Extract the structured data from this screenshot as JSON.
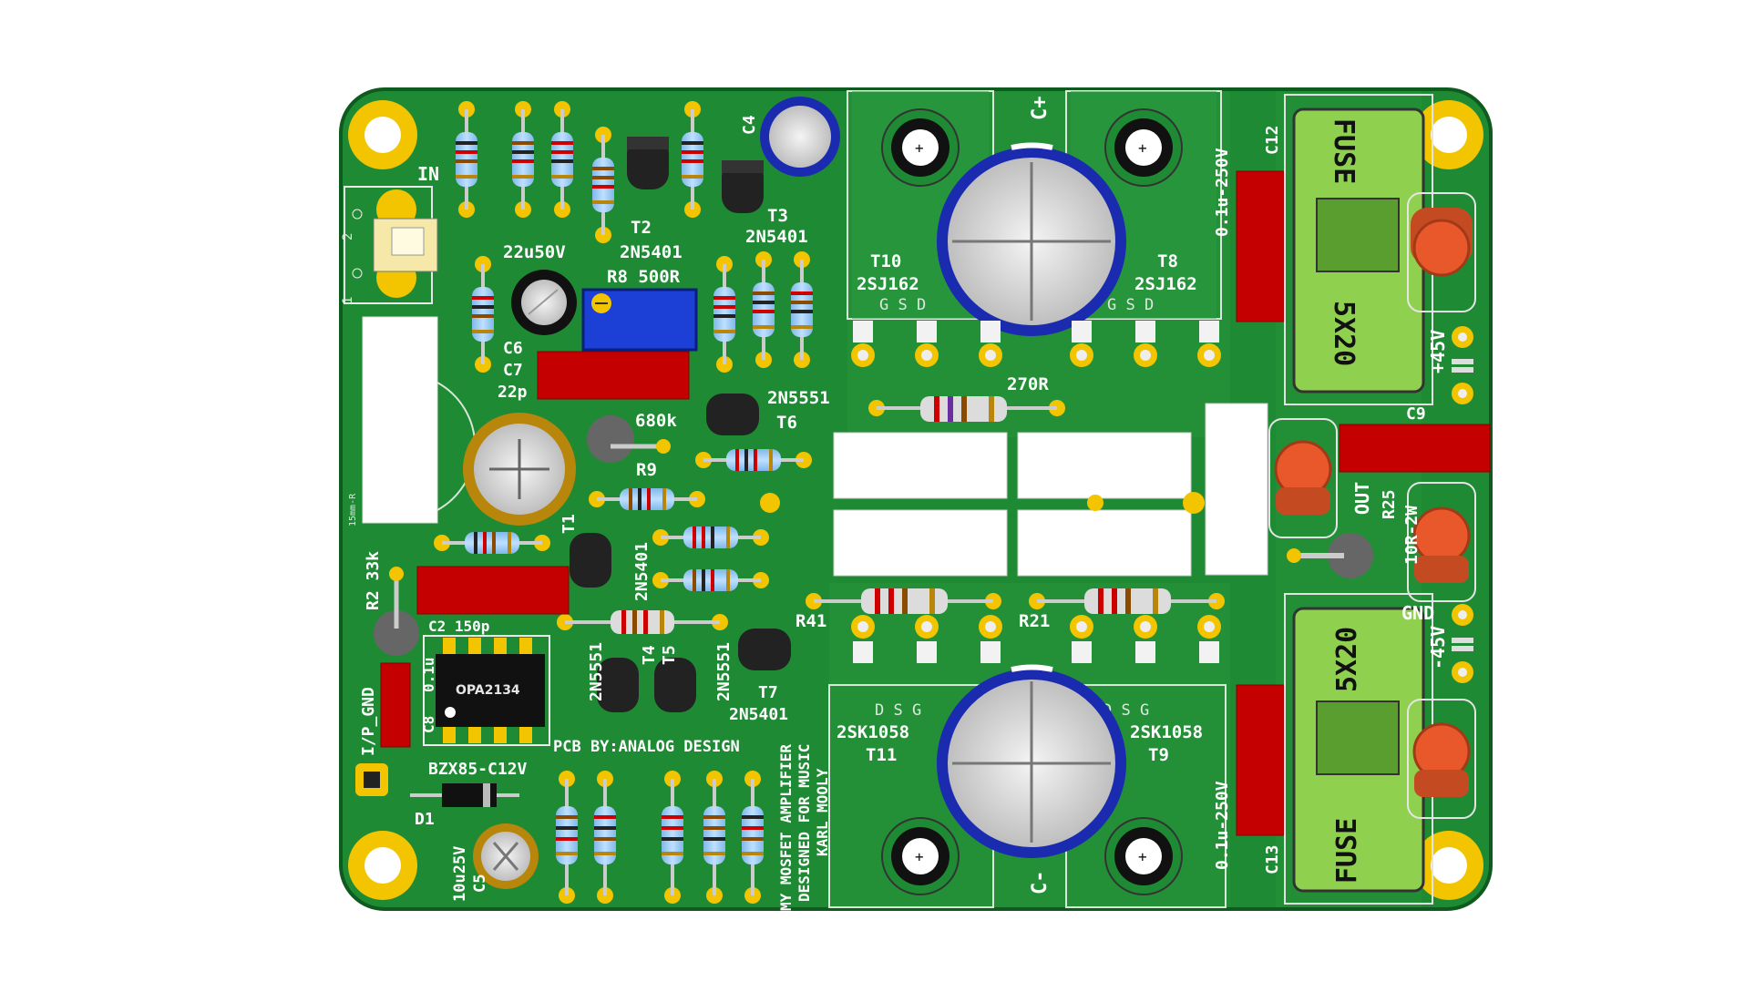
{
  "colors": {
    "pcb": "#1f8a34",
    "pcb_edge": "#0f5a1e",
    "pad_gold": "#f2c500",
    "cap_blue": "#1a2bb0",
    "film_red": "#c40000",
    "fuse_green": "#8fd14f",
    "terminal_orange": "#e8582a",
    "trimmer_blue": "#1c3fd6"
  },
  "labels": {
    "in": "IN",
    "pin2": "2",
    "pin1": "1",
    "c22u": "22u50V",
    "t2": "T2",
    "t2_type": "2N5401",
    "t3": "T3",
    "t3_type": "2N5401",
    "r8": "R8 500R",
    "c6": "C6",
    "c7": "C7",
    "c7_val": "22p",
    "c4": "C4",
    "t6_type": "2N5551",
    "t6": "T6",
    "r680k": "680k",
    "r9": "R9",
    "t1": "T1",
    "t1_type": "2N5401",
    "r2": "R2 33k",
    "c2": "C2 150p",
    "t4": "T4",
    "t5": "T5",
    "t4_type": "2N5551",
    "t5_type": "2N5551",
    "t7": "T7",
    "t7_type": "2N5401",
    "opamp": "OPA2134",
    "c8": "C8",
    "c8_val": "0.1u",
    "ip_gnd": "I/P_GND",
    "pcb_by": "PCB BY:ANALOG DESIGN",
    "zener": "BZX85-C12V",
    "d1": "D1",
    "c5_val": "10u25V",
    "c5": "C5",
    "credit1": "MY MOSFET AMPLIFIER",
    "credit2": "DESIGNED FOR MUSIC",
    "credit3": "KARL MOOLY",
    "cplus": "C+",
    "cminus": "C-",
    "t10": "T10",
    "t10_type": "2SJ162",
    "t8": "T8",
    "t8_type": "2SJ162",
    "gsd": "G S D",
    "sgd": "D S G",
    "t11": "T11",
    "t11_type": "2SK1058",
    "t9": "T9",
    "t9_type": "2SK1058",
    "r270": "270R",
    "r41": "R41",
    "r21": "R21",
    "c12": "C12",
    "c13": "C13",
    "cap_top": "0.1u-250V",
    "cap_bot": "0.1u-250V",
    "fuse_top": "FUSE",
    "size_top": "5X20",
    "fuse_bot": "FUSE",
    "size_bot": "5X20",
    "plus45": "+45V",
    "minus45": "-45V",
    "c9": "C9",
    "out": "OUT",
    "r25": "R25",
    "r25_val": "10R-2W",
    "gnd": "GND",
    "mm15": "15mm-R"
  }
}
